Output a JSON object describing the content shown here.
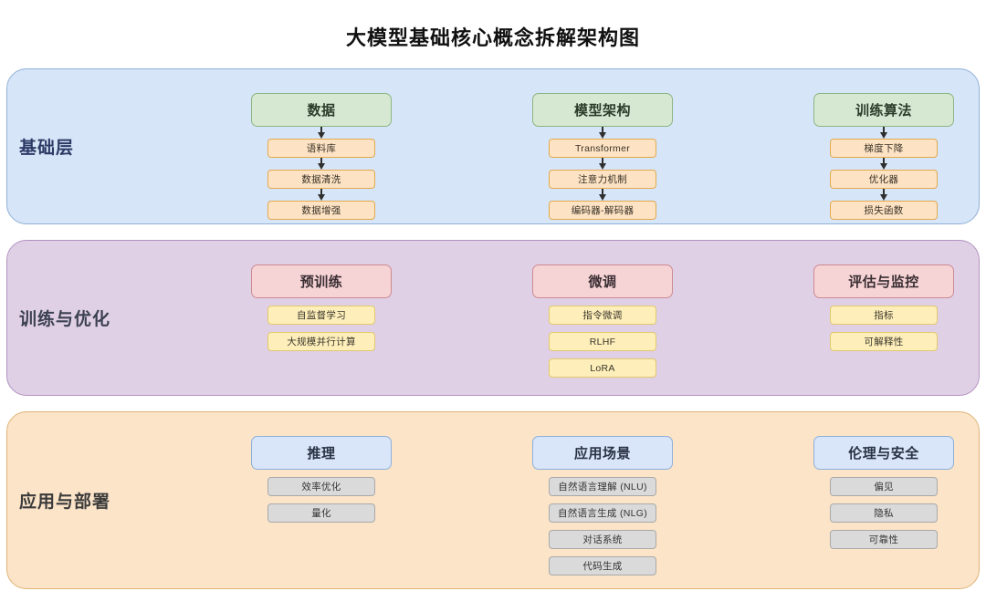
{
  "title": "大模型基础核心概念拆解架构图",
  "layers": [
    {
      "id": "foundation",
      "label": "基础层",
      "bg_color": "#d7e5f8",
      "border_color": "#8fb0d6",
      "main_color": "#d6e8d1",
      "sub_color": "#fde3c3",
      "connector": "arrow",
      "columns": [
        {
          "title": "数据",
          "items": [
            "语料库",
            "数据清洗",
            "数据增强"
          ]
        },
        {
          "title": "模型架构",
          "items": [
            "Transformer",
            "注意力机制",
            "编码器-解码器"
          ]
        },
        {
          "title": "训练算法",
          "items": [
            "梯度下降",
            "优化器",
            "损失函数"
          ]
        }
      ]
    },
    {
      "id": "training",
      "label": "训练与优化",
      "bg_color": "#e0d0e6",
      "border_color": "#b292c0",
      "main_color": "#f6d3d5",
      "sub_color": "#fdeeba",
      "connector": "none",
      "columns": [
        {
          "title": "预训练",
          "items": [
            "自监督学习",
            "大规模并行计算"
          ]
        },
        {
          "title": "微调",
          "items": [
            "指令微调",
            "RLHF",
            "LoRA"
          ]
        },
        {
          "title": "评估与监控",
          "items": [
            "指标",
            "可解释性"
          ]
        }
      ]
    },
    {
      "id": "application",
      "label": "应用与部署",
      "bg_color": "#fbe4c8",
      "border_color": "#e0b377",
      "main_color": "#d9e5f8",
      "sub_color": "#dadada",
      "connector": "none",
      "columns": [
        {
          "title": "推理",
          "items": [
            "效率优化",
            "量化"
          ]
        },
        {
          "title": "应用场景",
          "items": [
            "自然语言理解 (NLU)",
            "自然语言生成 (NLG)",
            "对话系统",
            "代码生成"
          ]
        },
        {
          "title": "伦理与安全",
          "items": [
            "偏见",
            "隐私",
            "可靠性"
          ]
        }
      ]
    }
  ]
}
